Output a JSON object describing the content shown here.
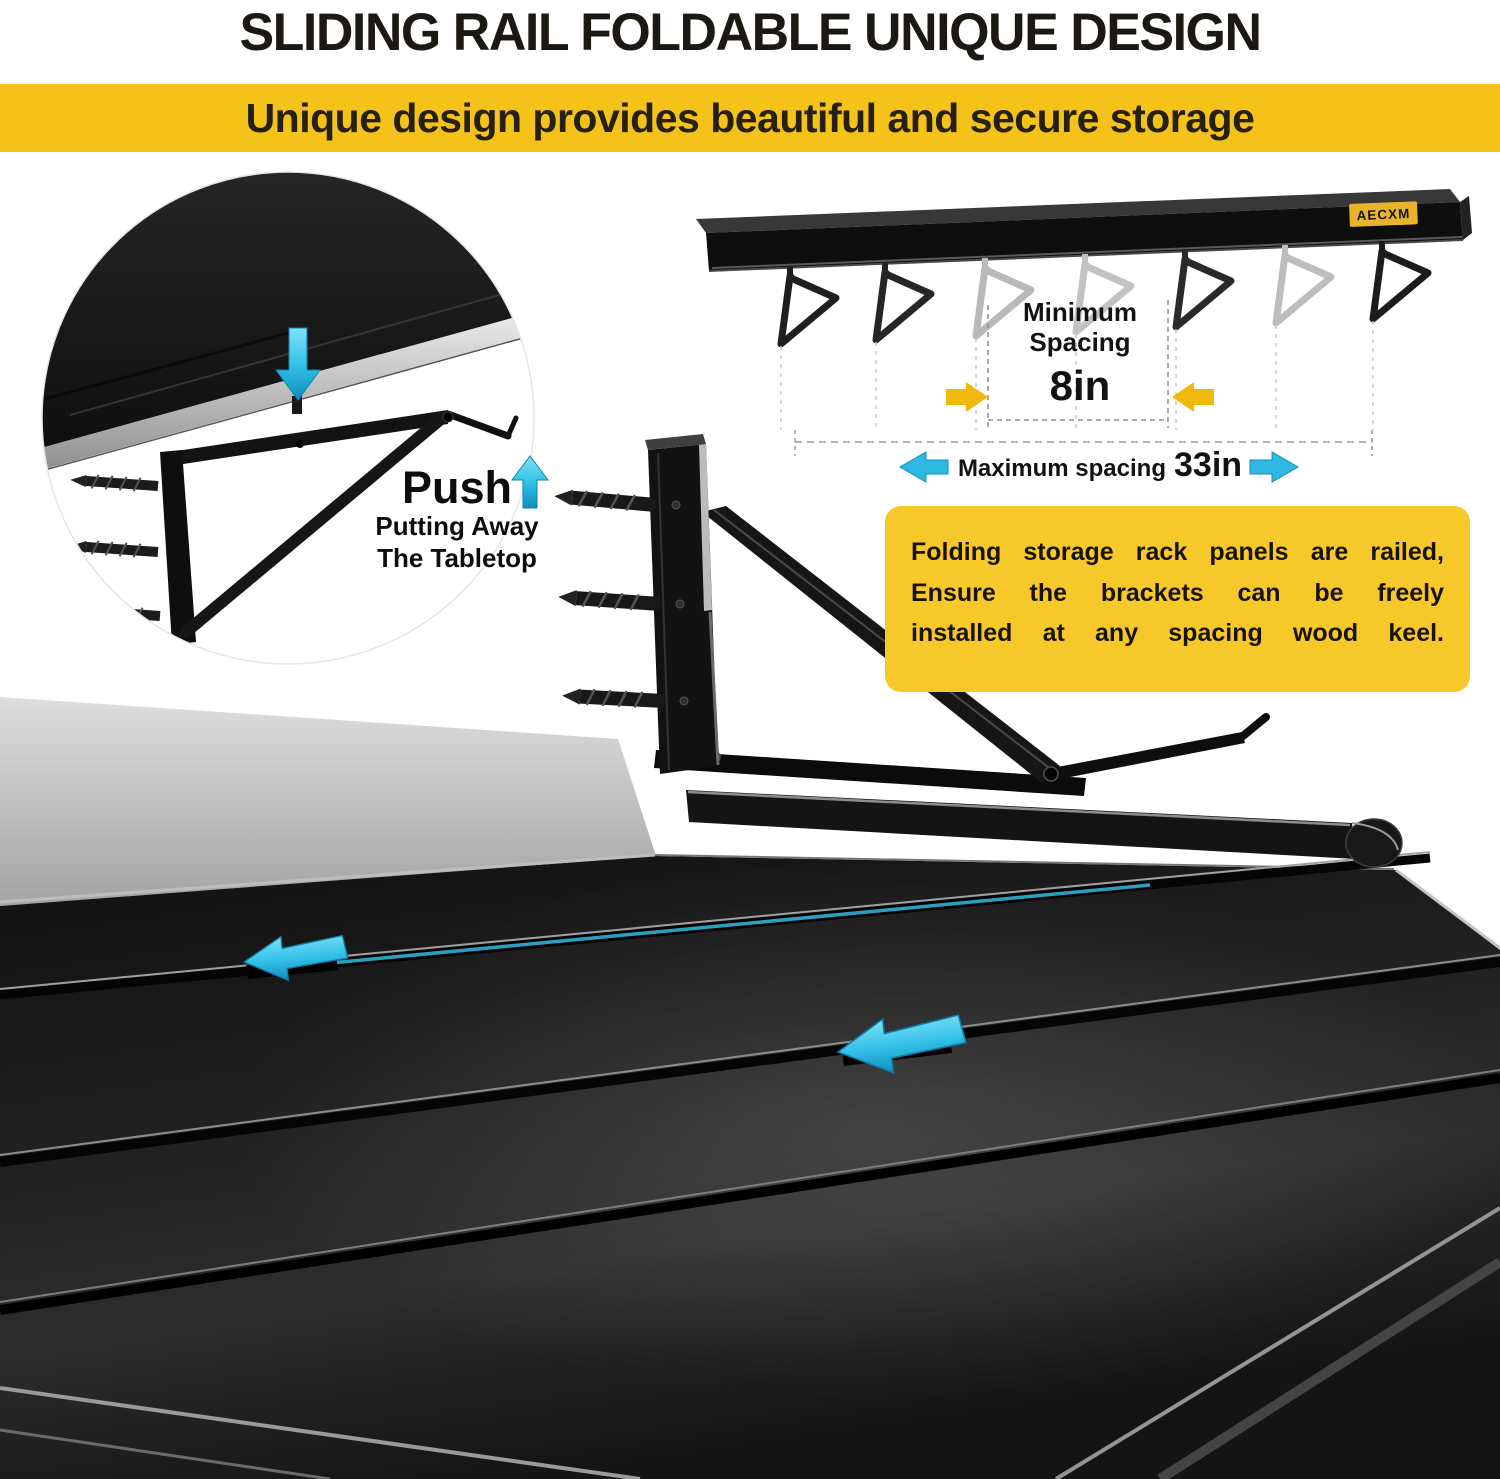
{
  "page": {
    "title": "SLIDING RAIL FOLDABLE UNIQUE DESIGN",
    "banner_text": "Unique design provides beautiful and secure storage"
  },
  "inset": {
    "push_label": "Push",
    "caption_line1": "Putting Away",
    "caption_line2": "The Tabletop"
  },
  "shelf": {
    "brand": "AECXM",
    "min_label_line1": "Minimum",
    "min_label_line2": "Spacing",
    "min_value": "8in",
    "max_label": "Maximum spacing",
    "max_value": "33in"
  },
  "info_box": {
    "line1": "Folding storage rack panels are railed,",
    "line2": "Ensure the brackets can be freely",
    "line3": "installed at any spacing wood keel."
  },
  "icons": {
    "down_arrow": "cyan-down-arrow",
    "up_arrow": "cyan-up-arrow",
    "slide_arrow": "cyan-slide-arrow",
    "min_spacing_arrows": "yellow-inward-arrows",
    "max_spacing_arrows": "cyan-outward-arrows"
  },
  "colors": {
    "banner_bg": "#F5C21A",
    "info_box_bg": "#F6C829",
    "accent_yellow": "#F0B90B",
    "accent_cyan": "#35C2E8",
    "title_color": "#1C1813"
  }
}
